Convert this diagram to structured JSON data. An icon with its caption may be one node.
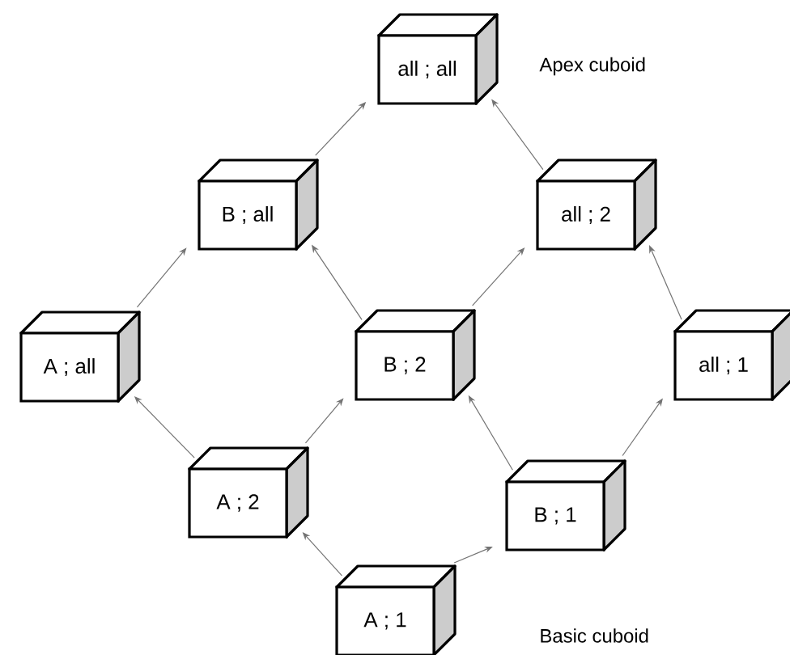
{
  "diagram": {
    "nodes": [
      {
        "text": [
          "all ; all"
        ],
        "beside": [
          "Apex cuboid"
        ]
      },
      {
        "text": [
          "B ; all"
        ]
      },
      {
        "text": [
          "all ; 2"
        ]
      },
      {
        "text": [
          "A ; all"
        ]
      },
      {
        "text": [
          "B ; 2"
        ]
      },
      {
        "text": [
          "all ; 1"
        ]
      },
      {
        "text": [
          "A ; 2"
        ]
      },
      {
        "text": [
          "B ; 1"
        ]
      },
      {
        "text": [
          "A ; 1"
        ]
      }
    ],
    "edges": [
      {
        "from": 8,
        "to": 6,
        "arrow": "to"
      },
      {
        "from": 8,
        "to": 7,
        "arrow": "to"
      },
      {
        "from": 6,
        "to": 3,
        "arrow": "to"
      },
      {
        "from": 6,
        "to": 4,
        "arrow": "to"
      },
      {
        "from": 7,
        "to": 4,
        "arrow": "to"
      },
      {
        "from": 7,
        "to": 5,
        "arrow": "to"
      },
      {
        "from": 3,
        "to": 1,
        "arrow": "to"
      },
      {
        "from": 4,
        "to": 1,
        "arrow": "to"
      },
      {
        "from": 4,
        "to": 2,
        "arrow": "to"
      },
      {
        "from": 5,
        "to": 2,
        "arrow": "to"
      },
      {
        "from": 1,
        "to": 0,
        "arrow": "to"
      },
      {
        "from": 2,
        "to": 0,
        "arrow": "to"
      }
    ],
    "labels": [
      "Basic cuboid"
    ]
  }
}
